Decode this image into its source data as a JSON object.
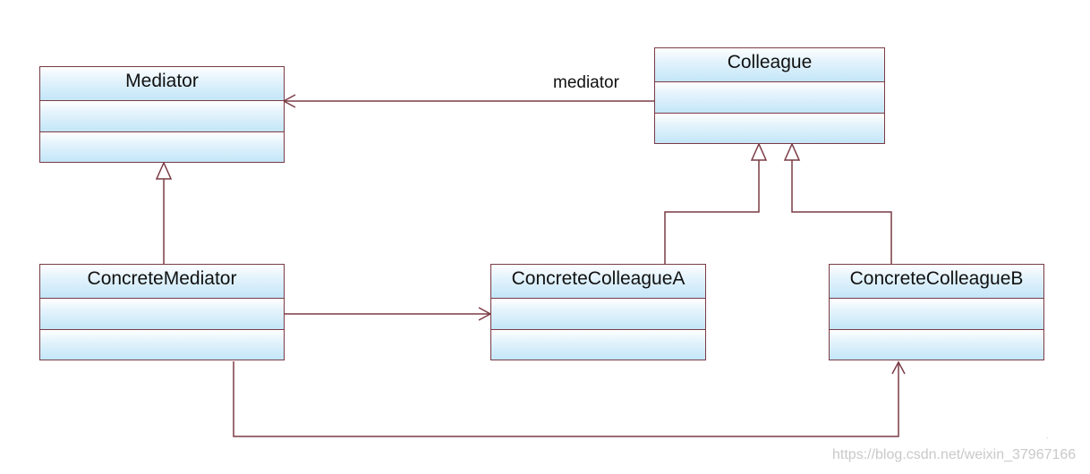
{
  "diagram": {
    "classes": {
      "mediator": {
        "name": "Mediator"
      },
      "colleague": {
        "name": "Colleague"
      },
      "concrete_mediator": {
        "name": "ConcreteMediator"
      },
      "concrete_colleague_a": {
        "name": "ConcreteColleagueA"
      },
      "concrete_colleague_b": {
        "name": "ConcreteColleagueB"
      }
    },
    "association_label": "mediator",
    "relationships": [
      {
        "from": "Colleague",
        "to": "Mediator",
        "type": "association",
        "label": "mediator"
      },
      {
        "from": "ConcreteMediator",
        "to": "Mediator",
        "type": "generalization"
      },
      {
        "from": "ConcreteColleagueA",
        "to": "Colleague",
        "type": "generalization"
      },
      {
        "from": "ConcreteColleagueB",
        "to": "Colleague",
        "type": "generalization"
      },
      {
        "from": "ConcreteMediator",
        "to": "ConcreteColleagueA",
        "type": "association"
      },
      {
        "from": "ConcreteMediator",
        "to": "ConcreteColleagueB",
        "type": "association"
      }
    ],
    "colors": {
      "border": "#7a3b45",
      "fill_top": "#ffffff",
      "fill_bottom": "#c3e6f8",
      "line": "#7a3b45"
    }
  },
  "watermark": "https://blog.csdn.net/weixin_37967166"
}
